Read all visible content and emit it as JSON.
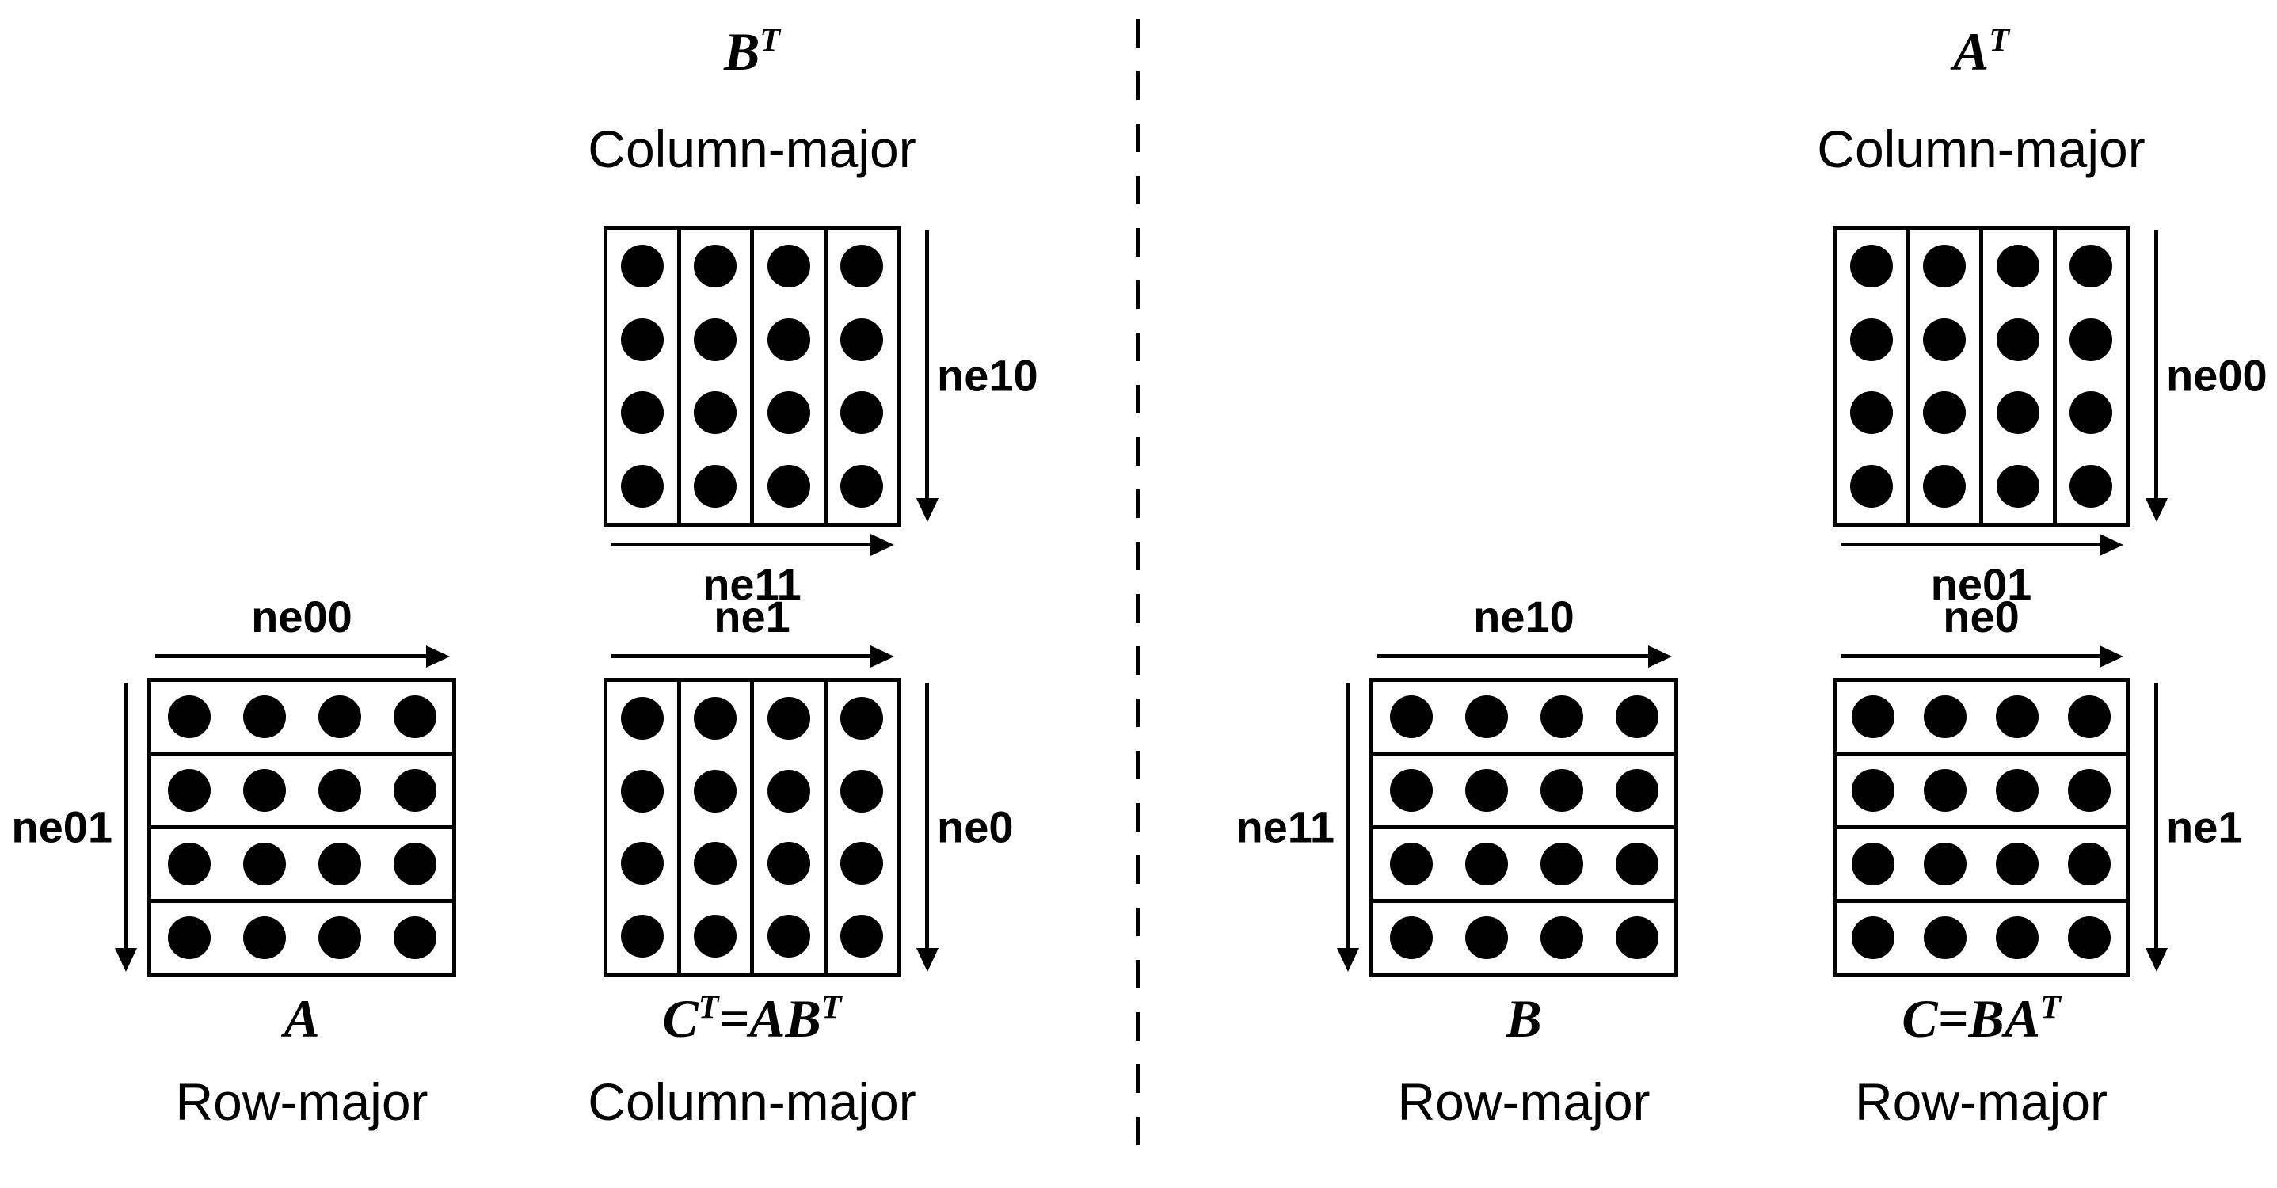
{
  "figure": {
    "colors": {
      "ink": "#000000",
      "background": "#ffffff"
    },
    "matrix_grid": {
      "rows": 4,
      "cols": 4
    },
    "panels": {
      "bt": {
        "orientation": "column",
        "title": {
          "pre": "B",
          "sup1": "T",
          "mid": "",
          "sup2": ""
        },
        "layout": "Column-major",
        "right_label": "ne10",
        "bottom_label": "ne11"
      },
      "a": {
        "orientation": "row",
        "title": {
          "pre": "A",
          "sup1": "",
          "mid": "",
          "sup2": ""
        },
        "layout": "Row-major",
        "top_label": "ne00",
        "left_label": "ne01"
      },
      "ct": {
        "orientation": "column",
        "title": {
          "pre": "C",
          "sup1": "T",
          "mid": "=AB",
          "sup2": "T"
        },
        "layout": "Column-major",
        "top_label": "ne1",
        "right_label": "ne0"
      },
      "at": {
        "orientation": "column",
        "title": {
          "pre": "A",
          "sup1": "T",
          "mid": "",
          "sup2": ""
        },
        "layout": "Column-major",
        "right_label": "ne00",
        "bottom_label": "ne01"
      },
      "b": {
        "orientation": "row",
        "title": {
          "pre": "B",
          "sup1": "",
          "mid": "",
          "sup2": ""
        },
        "layout": "Row-major",
        "top_label": "ne10",
        "left_label": "ne11"
      },
      "c": {
        "orientation": "row",
        "title": {
          "pre": "C=BA",
          "sup1": "T",
          "mid": "",
          "sup2": ""
        },
        "layout": "Row-major",
        "top_label": "ne0",
        "right_label": "ne1"
      }
    }
  }
}
